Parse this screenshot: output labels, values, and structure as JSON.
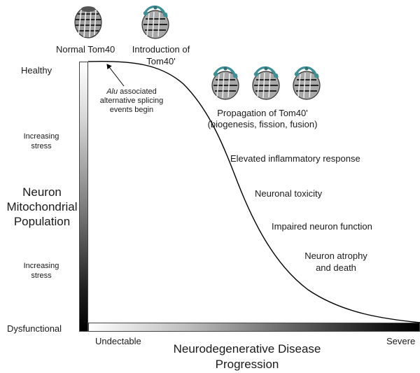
{
  "proteins": {
    "normal_label": "Normal Tom40",
    "introduction_label_line1": "Introduction of",
    "introduction_label_line2": "Tom40'",
    "propagation_label_line1": "Propagation of Tom40'",
    "propagation_label_line2": "(biogenesis, fission, fusion)"
  },
  "y_axis": {
    "top_label": "Healthy",
    "bottom_label": "Dysfunctional",
    "stress_upper_line1": "Increasing",
    "stress_upper_line2": "stress",
    "stress_lower_line1": "Increasing",
    "stress_lower_line2": "stress",
    "title_line1": "Neuron",
    "title_line2": "Mitochondrial",
    "title_line3": "Population"
  },
  "x_axis": {
    "left_label": "Undectable",
    "right_label": "Severe",
    "title_line1": "Neurodegenerative Disease",
    "title_line2": "Progression"
  },
  "annotation": {
    "alu_italic": "Alu",
    "alu_rest": " associated",
    "line2": "alternative splicing",
    "line3": "events begin"
  },
  "stages": {
    "inflammatory": "Elevated inflammatory response",
    "toxicity": "Neuronal toxicity",
    "impaired": "Impaired neuron function",
    "atrophy_line1": "Neuron atrophy",
    "atrophy_line2": "and death"
  },
  "colors": {
    "protein_normal": "#7a7a7a",
    "protein_variant_accent": "#3d8f96",
    "curve": "#000000"
  },
  "icons": [
    "tom40-barrel-icon",
    "tom40-variant-icon"
  ]
}
